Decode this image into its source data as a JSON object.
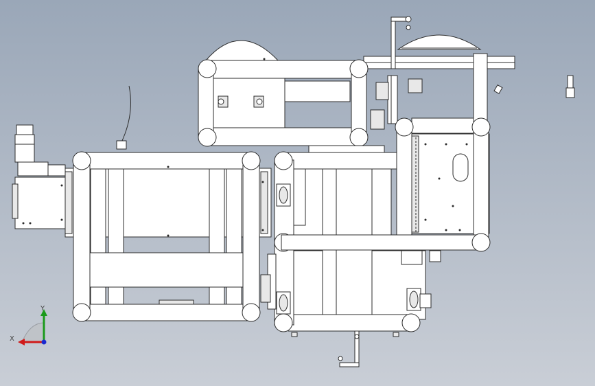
{
  "viewport": {
    "background_top": "#9aa7b8",
    "background_bottom": "#c9ced6",
    "frame_color": "#ffffff",
    "line_color": "#2b2b2b"
  },
  "triad": {
    "x_label": "X",
    "y_label": "Y",
    "x_color": "#d01a1a",
    "y_color": "#1a9a1a",
    "z_color": "#1a2ad0"
  },
  "parts": [
    "servo-motor",
    "upper-frame",
    "left-frame",
    "center-frame",
    "right-frame",
    "caster-wheels",
    "cable",
    "guide-rail",
    "cylinder-cover"
  ]
}
